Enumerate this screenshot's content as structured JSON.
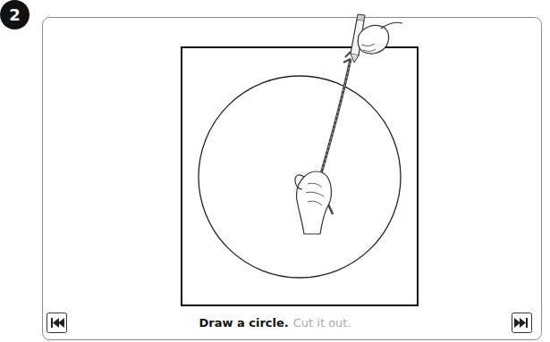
{
  "diagram": {
    "nodes": [
      {
        "text": [
          "2"
        ]
      }
    ],
    "labels": [
      "Draw a circle.",
      "Cut it out."
    ]
  }
}
